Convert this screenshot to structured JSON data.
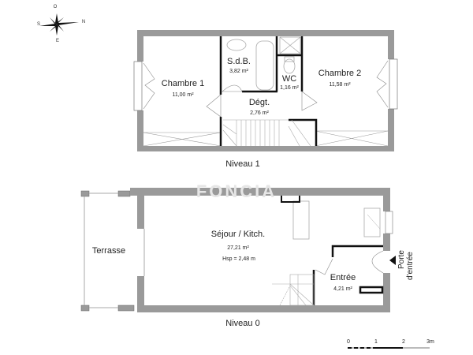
{
  "compass": {
    "north": "N",
    "south": "S",
    "east": "E",
    "west": "O"
  },
  "watermark": {
    "text": "FONCIA"
  },
  "level1": {
    "title": "Niveau 1",
    "rooms": [
      {
        "name": "Chambre 1",
        "area": "11,00 m²"
      },
      {
        "name": "S.d.B.",
        "area": "3,82 m²"
      },
      {
        "name": "WC",
        "area": "1,16 m²"
      },
      {
        "name": "Dégt.",
        "area": "2,76 m²"
      },
      {
        "name": "Chambre 2",
        "area": "11,58 m²"
      }
    ]
  },
  "level0": {
    "title": "Niveau 0",
    "rooms": [
      {
        "name": "Terrasse"
      },
      {
        "name": "Séjour / Kitch.",
        "area": "27,21 m²",
        "height": "Hsp = 2,48 m"
      },
      {
        "name": "Entrée",
        "area": "4,21 m²"
      }
    ],
    "entrance_label_1": "Porte",
    "entrance_label_2": "d'entrée"
  },
  "scale_bar": {
    "ticks": [
      "0",
      "1",
      "2",
      "3m"
    ]
  },
  "colors": {
    "wall": "#9a9a9a",
    "wall_dark": "#111111",
    "fixture": "#bbbbbb"
  }
}
